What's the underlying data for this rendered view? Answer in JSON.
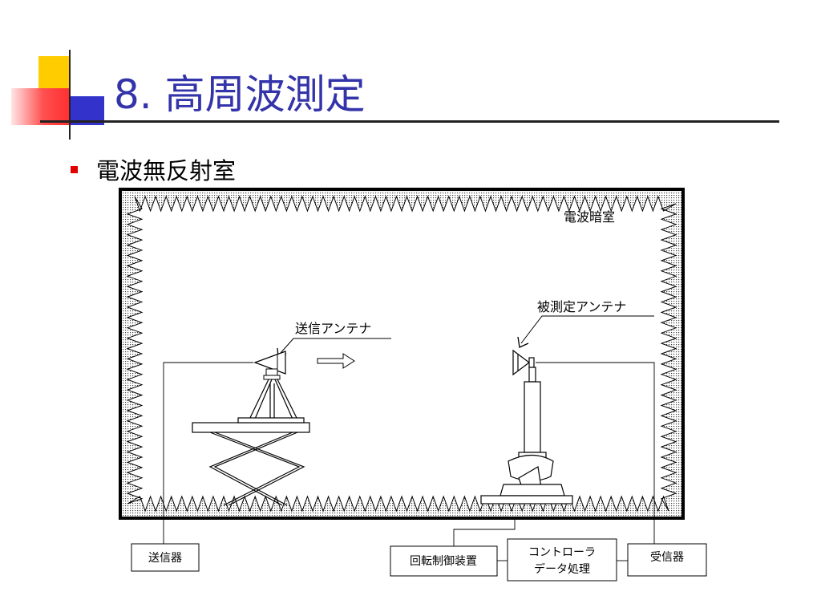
{
  "slide": {
    "title": "8. 高周波測定",
    "bullet": "電波無反射室"
  },
  "diagram": {
    "chamber_label": "電波暗室",
    "tx_antenna_label": "送信アンテナ",
    "rx_antenna_label": "被測定アンテナ",
    "boxes": {
      "transmitter": "送信器",
      "rotation_control": "回転制御装置",
      "controller_line1": "コントローラ",
      "controller_line2": "データ処理",
      "receiver": "受信器"
    }
  },
  "colors": {
    "title": "#3333aa",
    "bullet": "#e00000",
    "accent_yellow": "#ffcc00",
    "accent_red": "#ff5050",
    "accent_blue": "#3333cc"
  }
}
